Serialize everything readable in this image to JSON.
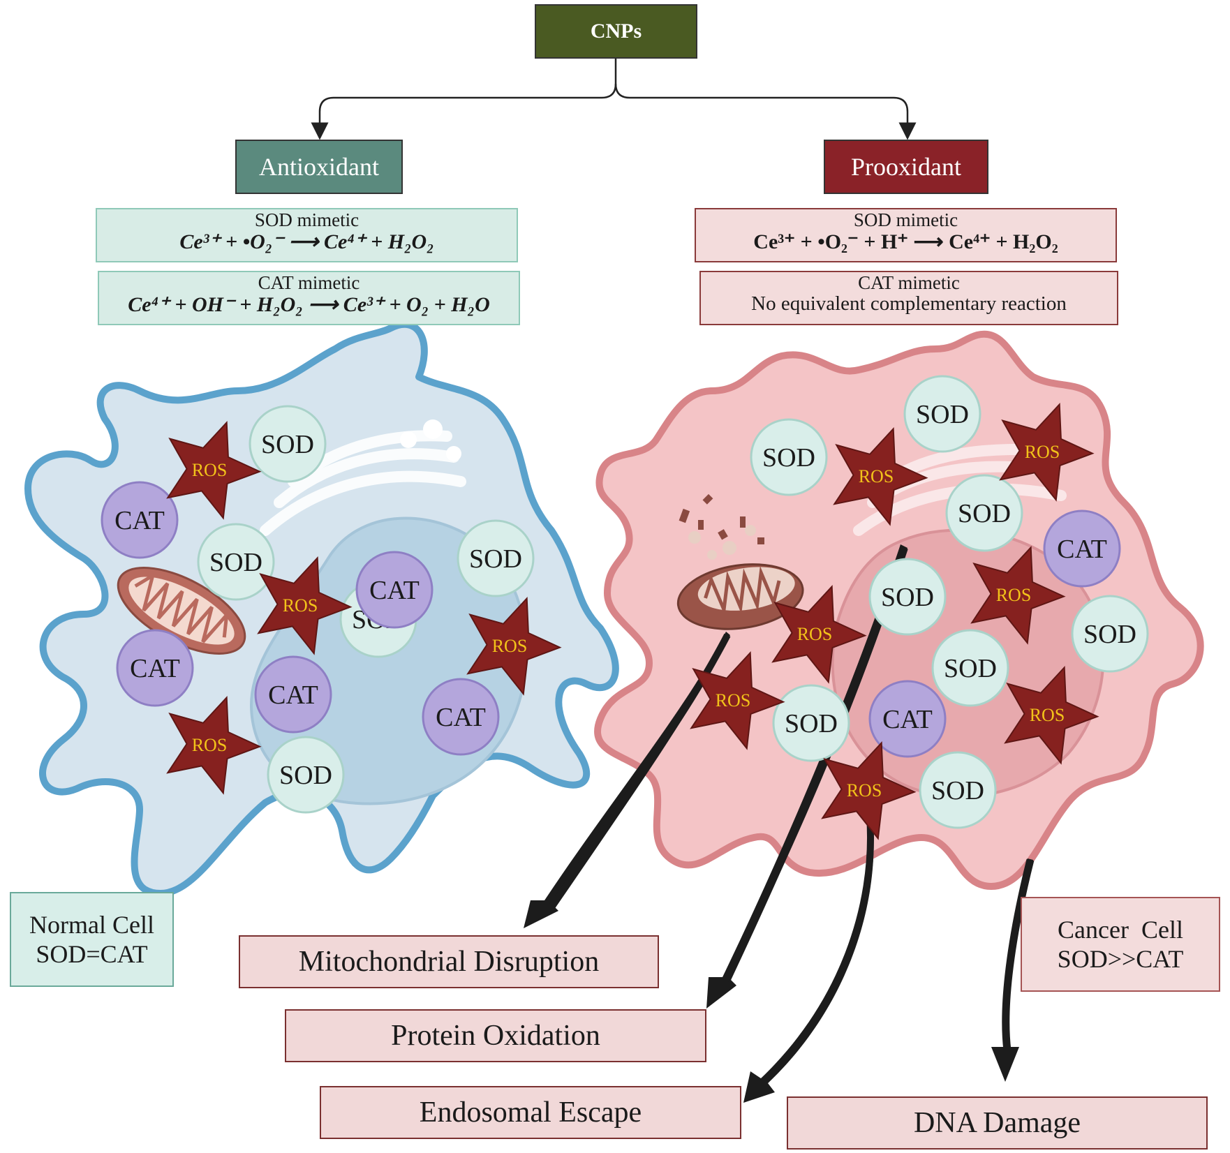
{
  "root": "CNPs",
  "branches": {
    "antioxidant": "Antioxidant",
    "prooxidant": "Prooxidant"
  },
  "reactions": {
    "anti_sod_title": "SOD mimetic",
    "anti_sod_eq": "Ce³⁺ + •O₂⁻ ⟶ Ce⁴⁺ + H₂O₂",
    "anti_cat_title": "CAT mimetic",
    "anti_cat_eq": "Ce⁴⁺ + OH⁻ + H₂O₂ ⟶ Ce³⁺ + O₂ + H₂O",
    "pro_sod_title": "SOD mimetic",
    "pro_sod_eq": "Ce³⁺ + •O₂⁻ + H⁺ ⟶ Ce⁴⁺ + H₂O₂",
    "pro_cat_title": "CAT mimetic",
    "pro_cat_text": "No equivalent complementary reaction"
  },
  "markers": {
    "sod": "SOD",
    "cat": "CAT",
    "ros": "ROS"
  },
  "cells": {
    "normal_line1": "Normal Cell",
    "normal_line2": "SOD=CAT",
    "cancer_line1": "Cancer  Cell",
    "cancer_line2": "SOD>>CAT"
  },
  "outcomes": {
    "mito": "Mitochondrial Disruption",
    "protein": "Protein Oxidation",
    "endosomal": "Endosomal Escape",
    "dna": "DNA Damage"
  },
  "colors": {
    "root": "#4a5a22",
    "antioxidant": "#5b8a7e",
    "prooxidant": "#8a2228",
    "normal_cell_fill": "#d6e4ee",
    "normal_cell_edge": "#5ba2cc",
    "cancer_cell_fill": "#f4c4c6",
    "cancer_cell_edge": "#d88488",
    "sod": "#d9eeea",
    "cat": "#b4a6dc",
    "ros": "#86211f",
    "ros_text": "#f2c21a"
  }
}
